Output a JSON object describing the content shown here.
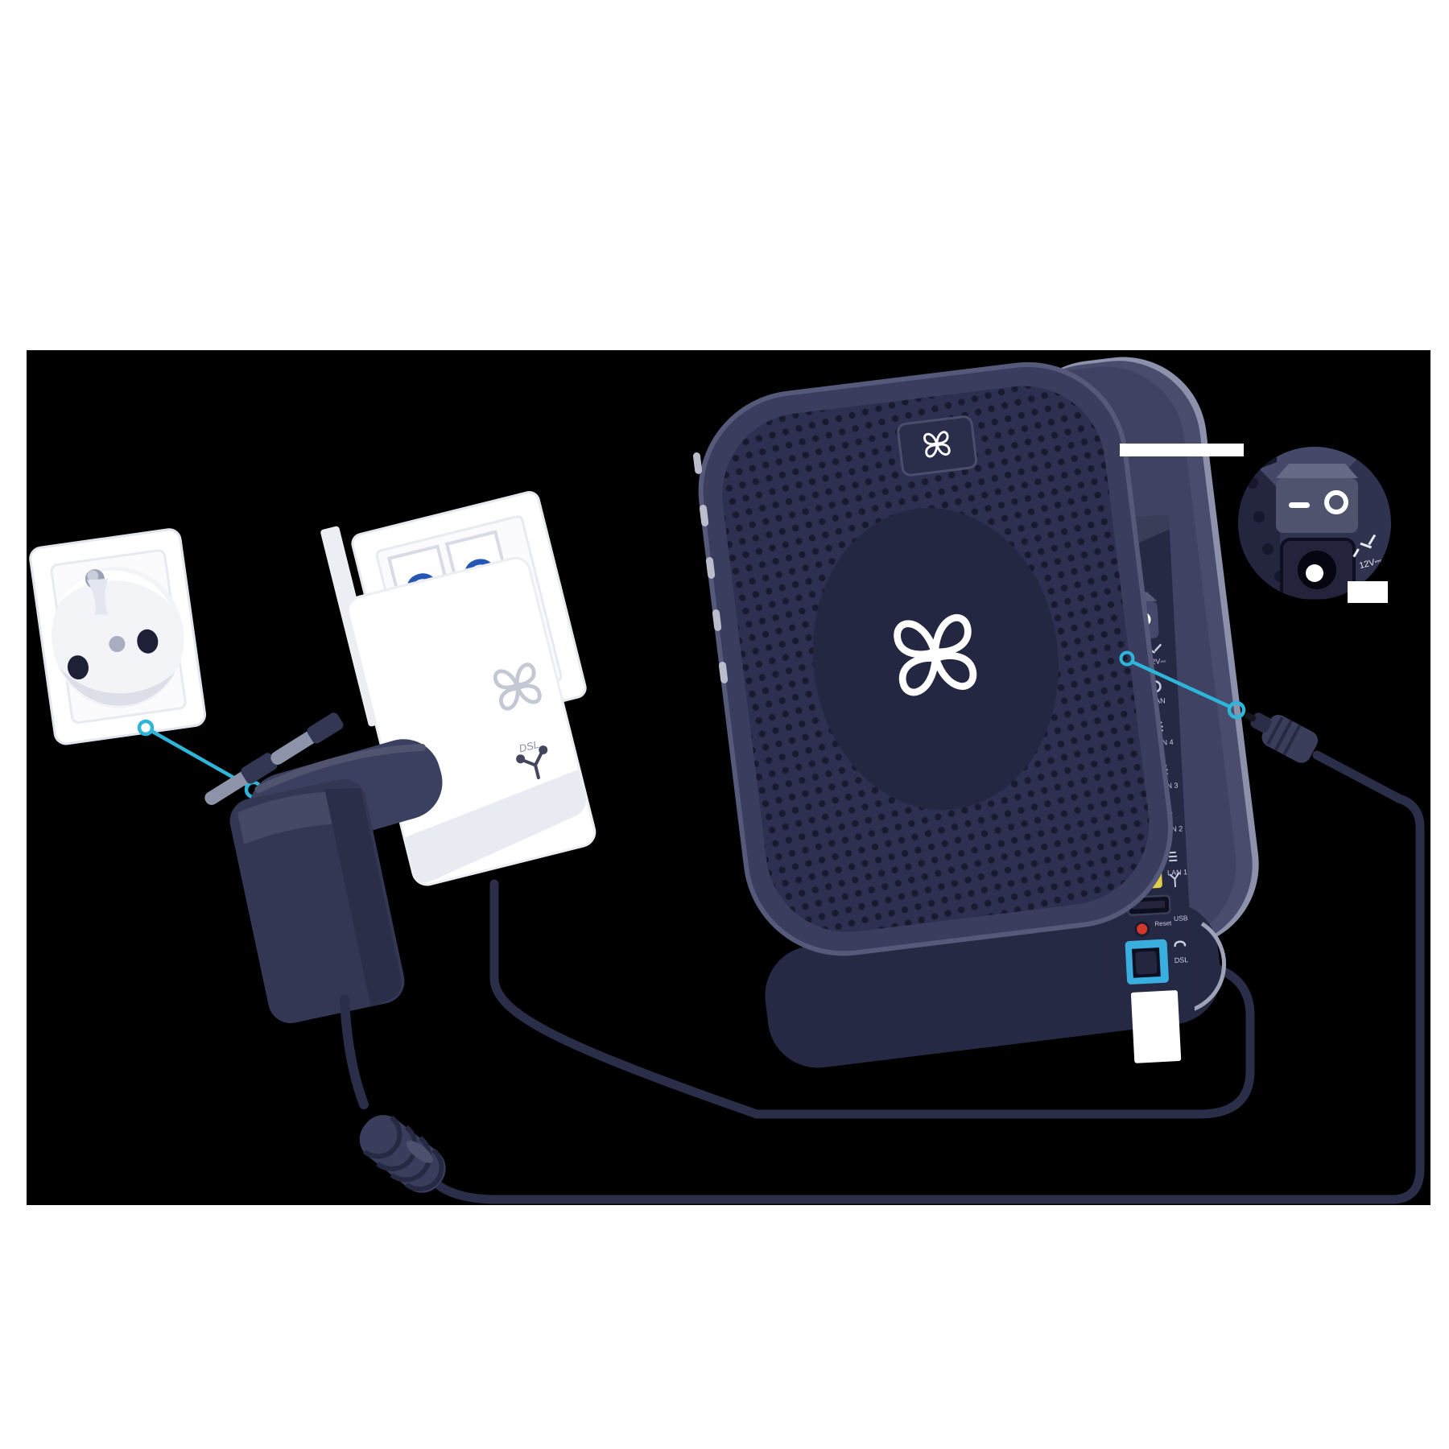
{
  "page": {
    "background": "#ffffff",
    "panel_color": "#000000"
  },
  "palette": {
    "accent_cyan": "#2db5da",
    "cable_navy": "#2b2e48",
    "router_front": "#303353",
    "router_inset": "#2c2f4e",
    "router_rear": "#494c6c",
    "ports_strip": "#262944",
    "port_red": "#d2392b",
    "port_yellow": "#e2cd49",
    "port_blue": "#3aaede",
    "tab_orange": "#e0992b",
    "led_green": "#3da34a",
    "socket_white": "#ffffff",
    "logo_grey": "#c3c8d4"
  },
  "labels": {
    "filter_dsl": "DSL",
    "port_power": "12V⎓",
    "port_wan": "WAN",
    "port_lan4": "LAN 4",
    "port_lan3": "LAN 3",
    "port_lan2": "LAN 2",
    "port_lan1": "LAN 1",
    "port_usb": "USB",
    "port_reset": "Reset",
    "port_dsl": "DSL",
    "inset_power": "12V⎓"
  }
}
